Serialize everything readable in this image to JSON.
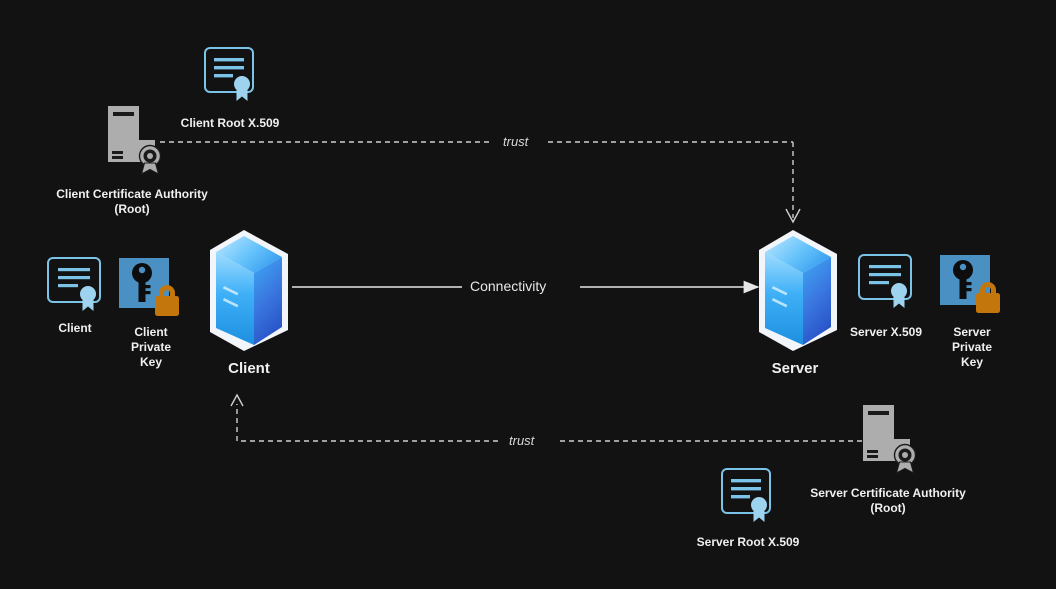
{
  "diagram": {
    "title": "Mutual TLS trust diagram",
    "background_color": "#121212",
    "colors": {
      "certificate_outline": "#7cc3e8",
      "certificate_line": "#7cc3e8",
      "key_tile": "#4a90c2",
      "key_glyph": "#0d0d0d",
      "padlock": "#c2760c",
      "ca_server": "#adadad",
      "server_box_light": "#39a7f5",
      "server_box_dark": "#2f63d6",
      "server_box_edge": "#e8eef5",
      "connector": "#e6e6e6",
      "text": "#f0f0f0"
    }
  },
  "nodes": {
    "client_root_cert": {
      "label": "Client Root X.509",
      "icon": "certificate-icon"
    },
    "client_ca": {
      "label": "Client Certificate Authority\n(Root)",
      "icon": "certificate-authority-server-icon"
    },
    "client_cert": {
      "label": "Client",
      "icon": "certificate-icon"
    },
    "client_private_key": {
      "label": "Client\nPrivate\nKey",
      "icon": "private-key-icon"
    },
    "client": {
      "label": "Client",
      "icon": "server-tower-icon"
    },
    "server": {
      "label": "Server",
      "icon": "server-tower-icon"
    },
    "server_cert": {
      "label": "Server X.509",
      "icon": "certificate-icon"
    },
    "server_private_key": {
      "label": "Server\nPrivate\nKey",
      "icon": "private-key-icon"
    },
    "server_ca": {
      "label": "Server Certificate Authority\n(Root)",
      "icon": "certificate-authority-server-icon"
    },
    "server_root_cert": {
      "label": "Server Root X.509",
      "icon": "certificate-icon"
    }
  },
  "edges": {
    "connectivity": {
      "label": "Connectivity",
      "style": "solid",
      "direction": "client-to-server"
    },
    "trust_top": {
      "label": "trust",
      "style": "dashed",
      "direction": "client-ca-to-server"
    },
    "trust_bottom": {
      "label": "trust",
      "style": "dashed",
      "direction": "server-ca-to-client"
    }
  }
}
